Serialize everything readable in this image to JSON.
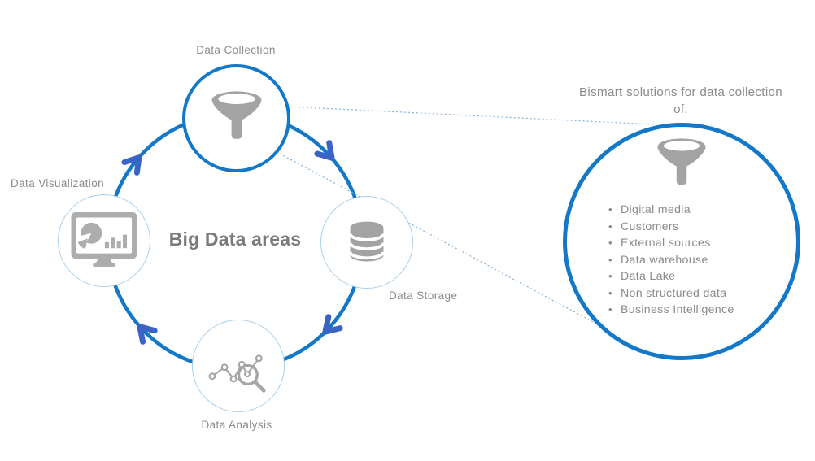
{
  "diagram": {
    "center_title": "Big Data areas",
    "flow_direction": "clockwise",
    "nodes": [
      {
        "id": "data-collection",
        "label": "Data Collection",
        "icon": "funnel-icon"
      },
      {
        "id": "data-storage",
        "label": "Data Storage",
        "icon": "database-icon"
      },
      {
        "id": "data-analysis",
        "label": "Data Analysis",
        "icon": "line-chart-magnifier-icon"
      },
      {
        "id": "data-visualization",
        "label": "Data Visualization",
        "icon": "monitor-charts-icon"
      }
    ]
  },
  "callout": {
    "title": "Bismart solutions for data collection of:",
    "icon": "funnel-icon",
    "items": [
      "Digital media",
      "Customers",
      "External sources",
      "Data warehouse",
      "Data Lake",
      "Non structured data",
      "Business Intelligence"
    ]
  },
  "colors": {
    "primary_blue": "#1478c8",
    "arrow_blue": "#3a63c6",
    "light_circle_blue": "#abd0ea",
    "dotted_line_blue": "#7fb2de",
    "icon_gray": "#a3a3a3",
    "text_gray": "#8b8b8b",
    "center_title_gray": "#7a7a7a"
  }
}
